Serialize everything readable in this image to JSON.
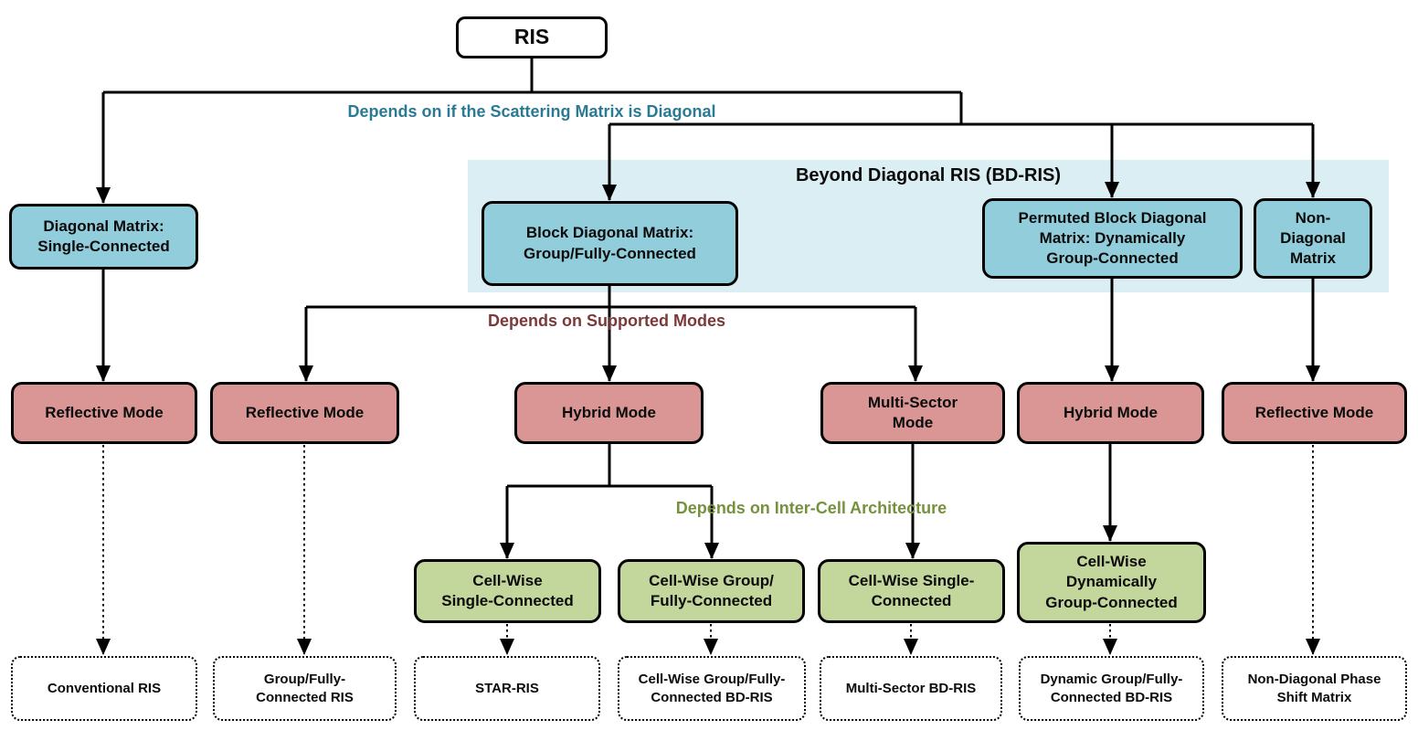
{
  "diagram": {
    "root_label": "RIS",
    "region_title": "Beyond Diagonal RIS (BD-RIS)",
    "branch_labels": {
      "scattering": "Depends on if the Scattering Matrix is Diagonal",
      "modes": "Depends on Supported Modes",
      "intercell": "Depends on Inter-Cell Architecture"
    },
    "colors": {
      "matrix_fill": "#92CDDC",
      "mode_fill": "#D99694",
      "cell_fill": "#C3D69B",
      "region_fill": "#DAEEF3",
      "scattering_label": "#2B7A94",
      "modes_label": "#7C3938",
      "intercell_label": "#76923C"
    },
    "matrix_nodes": [
      {
        "id": "diagonal-matrix",
        "label": "Diagonal Matrix:\nSingle-Connected"
      },
      {
        "id": "block-diagonal-matrix",
        "label": "Block Diagonal Matrix:\nGroup/Fully-Connected"
      },
      {
        "id": "permuted-block-diagonal-matrix",
        "label": "Permuted Block Diagonal\nMatrix: Dynamically\nGroup-Connected"
      },
      {
        "id": "non-diagonal-matrix",
        "label": "Non-\nDiagonal\nMatrix"
      }
    ],
    "mode_nodes": [
      {
        "id": "reflective-mode-1",
        "label": "Reflective Mode"
      },
      {
        "id": "reflective-mode-2",
        "label": "Reflective Mode"
      },
      {
        "id": "hybrid-mode-1",
        "label": "Hybrid Mode"
      },
      {
        "id": "multi-sector-mode",
        "label": "Multi-Sector\nMode"
      },
      {
        "id": "hybrid-mode-2",
        "label": "Hybrid Mode"
      },
      {
        "id": "reflective-mode-3",
        "label": "Reflective Mode"
      }
    ],
    "cell_nodes": [
      {
        "id": "cell-wise-single-connected-1",
        "label": "Cell-Wise\nSingle-Connected"
      },
      {
        "id": "cell-wise-group-fully-connected",
        "label": "Cell-Wise Group/\nFully-Connected"
      },
      {
        "id": "cell-wise-single-connected-2",
        "label": "Cell-Wise Single-\nConnected"
      },
      {
        "id": "cell-wise-dynamically-group-connected",
        "label": "Cell-Wise\nDynamically\nGroup-Connected"
      }
    ],
    "leaf_nodes": [
      {
        "id": "conventional-ris",
        "label": "Conventional RIS"
      },
      {
        "id": "group-fully-connected-ris",
        "label": "Group/Fully-\nConnected RIS"
      },
      {
        "id": "star-ris",
        "label": "STAR-RIS"
      },
      {
        "id": "cell-wise-group-fully-connected-bd-ris",
        "label": "Cell-Wise Group/Fully-\nConnected BD-RIS"
      },
      {
        "id": "multi-sector-bd-ris",
        "label": "Multi-Sector BD-RIS"
      },
      {
        "id": "dynamic-group-fully-connected-bd-ris",
        "label": "Dynamic Group/Fully-\nConnected BD-RIS"
      },
      {
        "id": "non-diagonal-phase-shift-matrix",
        "label": "Non-Diagonal Phase\nShift Matrix"
      }
    ]
  }
}
